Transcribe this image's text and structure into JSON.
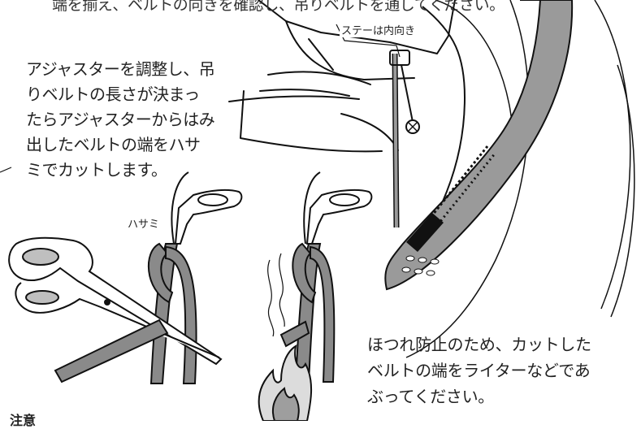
{
  "header_fragment": "端を揃え、ベルトの向きを確認し、吊りベルトを通してください。",
  "stay_label": "ステーは内向き",
  "instruction": "アジャスターを調整し、吊\nりベルトの長さが決まっ\nたらアジャスターからはみ\n出したベルトの端をハサ\nミでカットします。",
  "scissors_label": "ハサミ",
  "note": "ほつれ防止のため、カットした\nベルトの端をライターなどであ\nぶってください。",
  "footer_fragment": "注意",
  "colors": {
    "line": "#111111",
    "belt_gray": "#8a8a8a",
    "flap_gray": "#9a9a9a",
    "flame_light": "#dcdcdc",
    "flame_dark": "#9e9e9e"
  },
  "icons": [
    "scissors-icon",
    "flame-icon"
  ]
}
